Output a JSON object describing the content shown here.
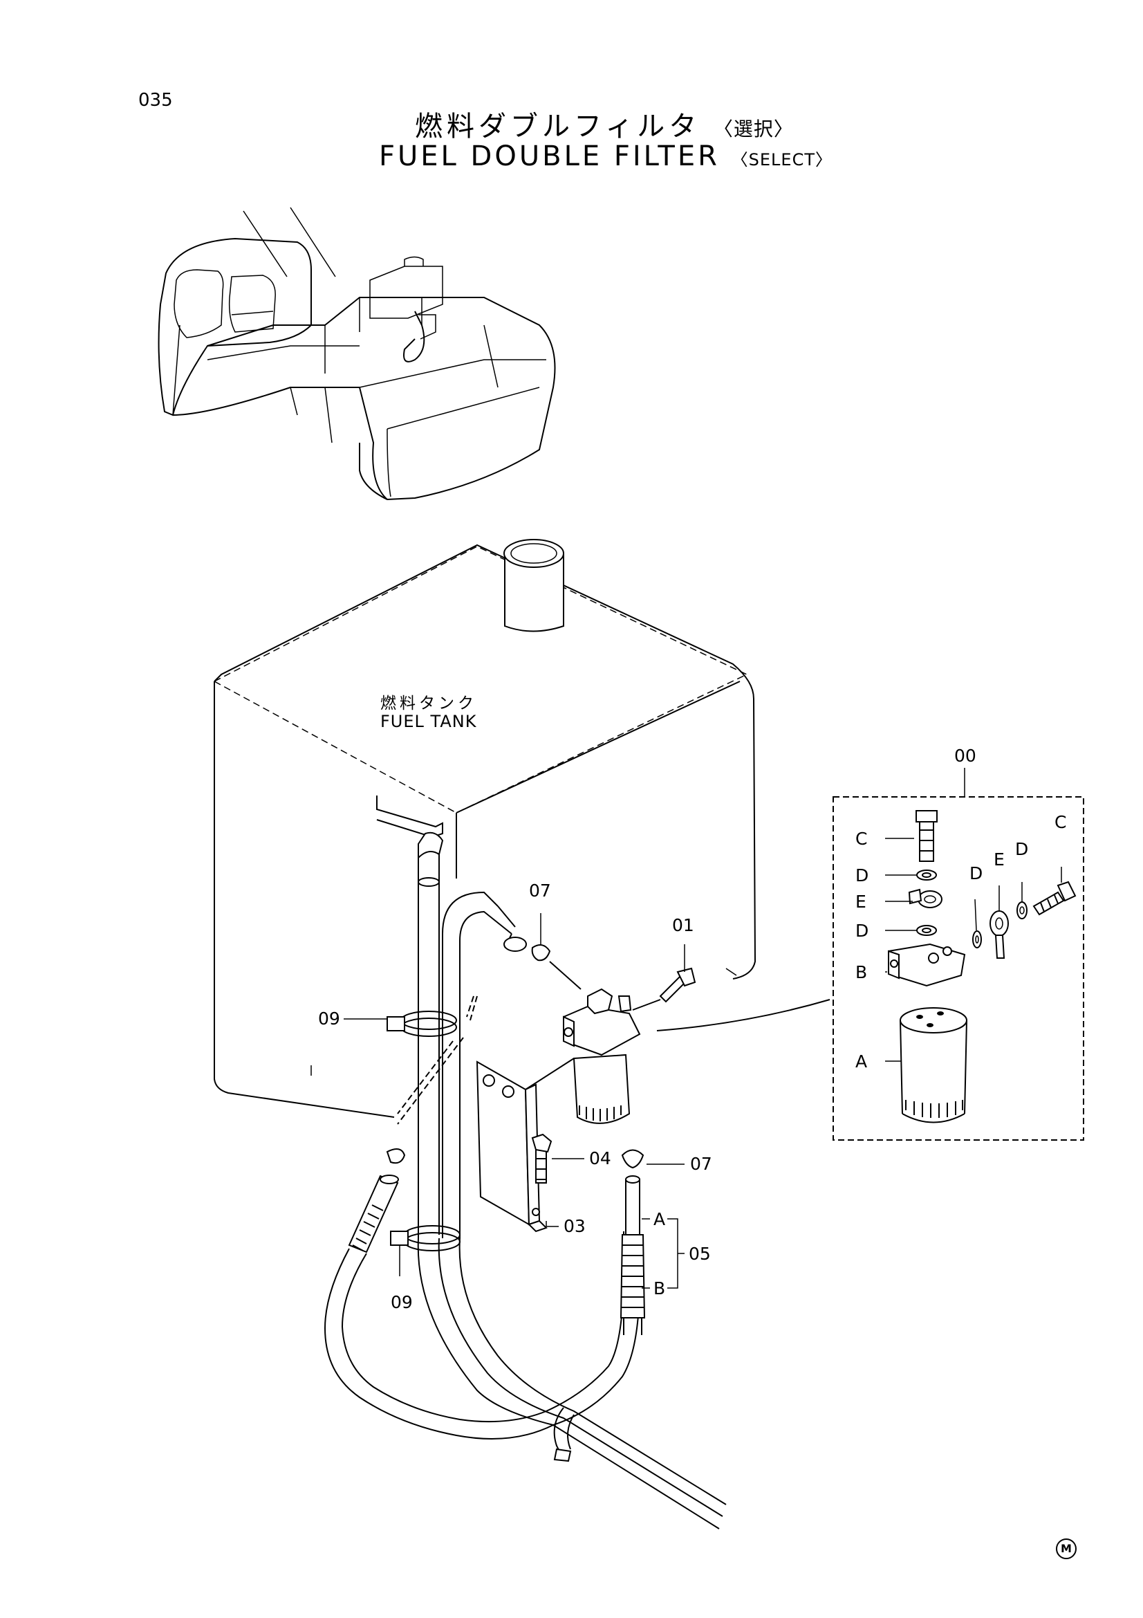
{
  "page_number": "035",
  "title": {
    "japanese": "燃料ダブルフィルタ",
    "japanese_note": "〈選択〉",
    "english": "FUEL DOUBLE FILTER",
    "english_note": "〈SELECT〉"
  },
  "tank_label": {
    "japanese": "燃料タンク",
    "english": "FUEL TANK"
  },
  "callouts": {
    "c07_top": "07",
    "c01": "01",
    "c09_top": "09",
    "c04": "04",
    "c07_bottom": "07",
    "c03": "03",
    "c05": "05",
    "c09_bottom": "09",
    "hose_a": "A",
    "hose_b": "B",
    "c00": "00"
  },
  "detail_callouts": {
    "c_left": "C",
    "d_left_top": "D",
    "e_left": "E",
    "d_left_bottom": "D",
    "b_left": "B",
    "a_left": "A",
    "d_mid": "D",
    "e_mid": "E",
    "d_right": "D",
    "c_right": "C"
  },
  "manufacturer_mark": "M"
}
